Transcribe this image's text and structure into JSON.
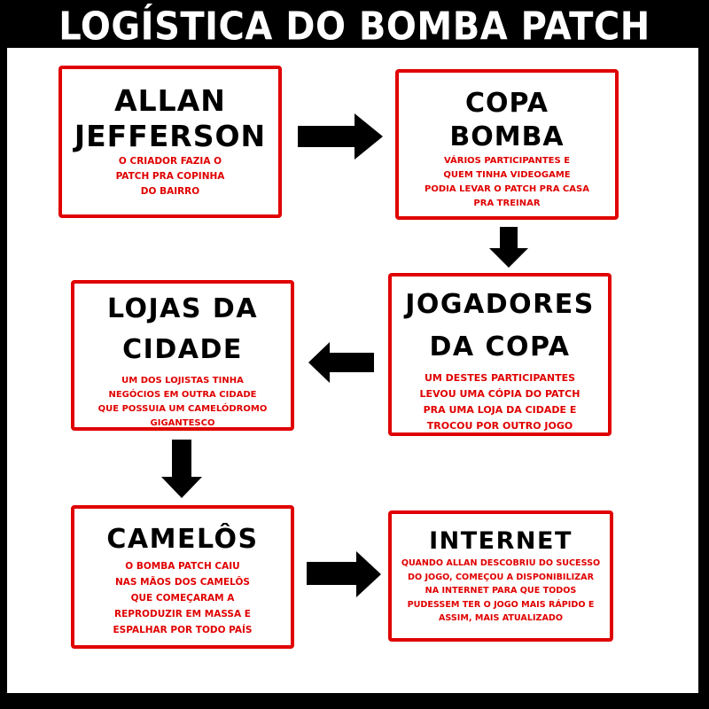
{
  "title": "LOGÍSTICA DO BOMBA PATCH",
  "colors": {
    "background": "#000000",
    "canvas": "#ffffff",
    "box_border": "#e00000",
    "heading": "#000000",
    "description": "#e00000",
    "arrow": "#000000"
  },
  "steps": [
    {
      "heading": "ALLAN\nJEFFERSON",
      "description": "O CRIADOR FAZIA O\nPATCH PRA COPINHA\nDO BAIRRO"
    },
    {
      "heading": "COPA\nBOMBA",
      "description": "VÁRIOS PARTICIPANTES E\nQUEM TINHA VIDEOGAME\nPODIA LEVAR O PATCH PRA CASA\nPRA TREINAR"
    },
    {
      "heading": "JOGADORES\nDA COPA",
      "description": "UM DESTES PARTICIPANTES\nLEVOU UMA CÓPIA DO PATCH\nPRA UMA LOJA DA CIDADE E\nTROCOU POR OUTRO JOGO"
    },
    {
      "heading": "LOJAS DA\nCIDADE",
      "description": "UM DOS LOJISTAS TINHA\nNEGÓCIOS EM OUTRA CIDADE\nQUE POSSUIA UM CAMELÓDROMO\nGIGANTESCO"
    },
    {
      "heading": "CAMELÔS",
      "description": "O BOMBA PATCH CAIU\nNAS MÃOS DOS CAMELÔS\nQUE COMEÇARAM A\nREPRODUZIR EM MASSA E\nESPALHAR POR TODO PAÍS"
    },
    {
      "heading": "INTERNET",
      "description": "QUANDO ALLAN DESCOBRIU DO SUCESSO\nDO JOGO, COMEÇOU A DISPONIBILIZAR\nNA INTERNET PARA QUE TODOS\nPUDESSEM TER O JOGO MAIS RÁPIDO E\nASSIM, MAIS ATUALIZADO"
    }
  ],
  "arrows": [
    {
      "from": "ALLAN JEFFERSON",
      "to": "COPA BOMBA",
      "direction": "right",
      "icon": "arrow-right-icon"
    },
    {
      "from": "COPA BOMBA",
      "to": "JOGADORES DA COPA",
      "direction": "down",
      "icon": "arrow-down-icon"
    },
    {
      "from": "JOGADORES DA COPA",
      "to": "LOJAS DA CIDADE",
      "direction": "left",
      "icon": "arrow-left-icon"
    },
    {
      "from": "LOJAS DA CIDADE",
      "to": "CAMELÔS",
      "direction": "down",
      "icon": "arrow-down-icon"
    },
    {
      "from": "CAMELÔS",
      "to": "INTERNET",
      "direction": "right",
      "icon": "arrow-right-icon"
    }
  ]
}
